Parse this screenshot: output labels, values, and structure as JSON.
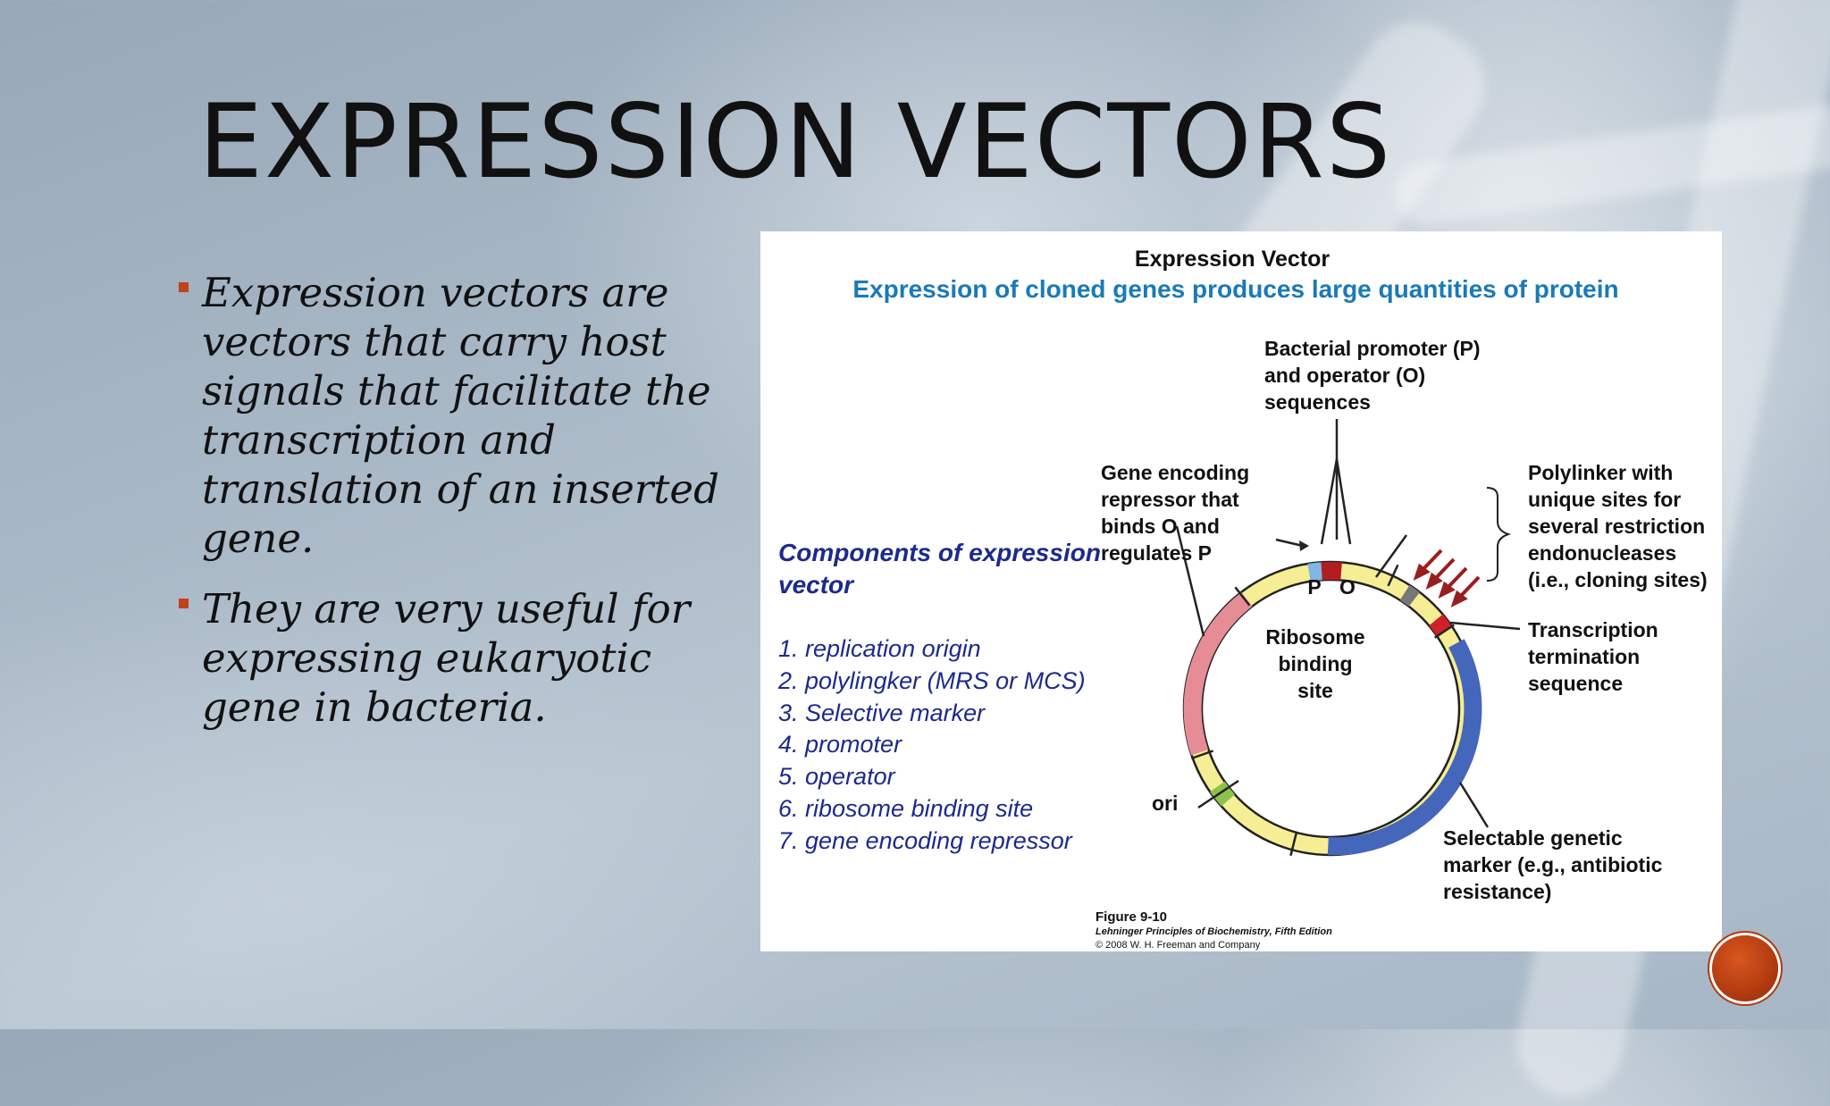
{
  "slide": {
    "title": "EXPRESSION VECTORS",
    "bullets": [
      "Expression vectors are vectors that carry host signals that facilitate the transcription and translation of an inserted gene.",
      "They are very useful for expressing eukaryotic gene in bacteria."
    ]
  },
  "figure": {
    "title": "Expression Vector",
    "subtitle": "Expression of cloned genes produces large quantities of protein",
    "components_heading": [
      "Components of expression",
      "vector"
    ],
    "components": [
      "1. replication origin",
      "2. polylingker (MRS or MCS)",
      "3. Selective marker",
      "4. promoter",
      "5. operator",
      "6. ribosome binding site",
      "7. gene encoding repressor"
    ],
    "labels": {
      "promoter_operator": [
        "Bacterial promoter (P)",
        "and operator (O)",
        "sequences"
      ],
      "repressor_gene": [
        "Gene encoding",
        "repressor that",
        "binds O and",
        "regulates P"
      ],
      "polylinker": [
        "Polylinker with",
        "unique sites for",
        "several restriction",
        "endonucleases",
        "(i.e., cloning sites)"
      ],
      "termination": [
        "Transcription",
        "termination",
        "sequence"
      ],
      "rbs": [
        "Ribosome",
        "binding",
        "site"
      ],
      "ori": "ori",
      "marker": [
        "Selectable genetic",
        "marker (e.g., antibiotic",
        "resistance)"
      ],
      "p": "P",
      "o": "O"
    },
    "caption": {
      "figure": "Figure 9-10",
      "book": "Lehninger Principles of Biochemistry, Fifth Edition",
      "copyright": "© 2008 W. H. Freeman and Company"
    },
    "colors": {
      "title": "#111111",
      "subtitle": "#1a7ab8",
      "components": "#1c2a8c",
      "ring_yellow": "#f6ee94",
      "marker_blue": "#4466bb",
      "repressor_pink": "#e58c94",
      "ori_green": "#8cc24c",
      "promoter_blue": "#7fb6e3",
      "operator_red": "#b01e24",
      "terminator_red": "#d0202a",
      "polylinker_gray": "#777777",
      "arrows": "#9a1e1e"
    }
  }
}
